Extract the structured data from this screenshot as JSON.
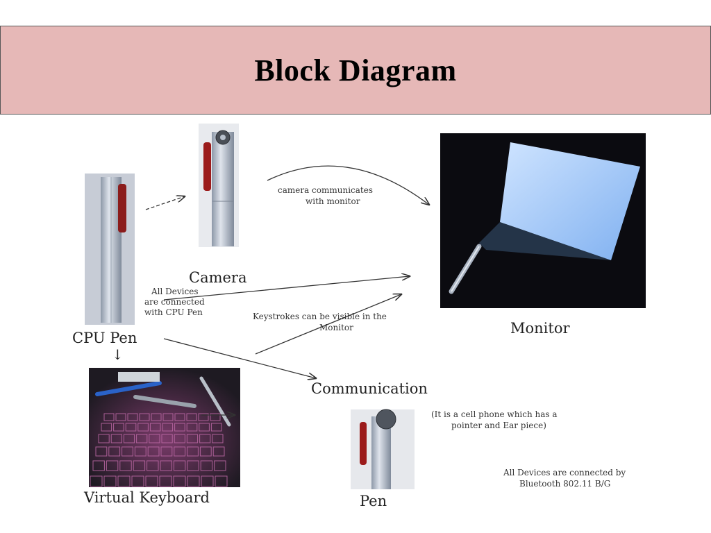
{
  "slide": {
    "title": "Block Diagram"
  },
  "nodes": {
    "cpu_pen": "CPU Pen",
    "camera": "Camera",
    "monitor": "Monitor",
    "communication": "Communication",
    "virtual_keyboard": "Virtual Keyboard",
    "pen": "Pen"
  },
  "annotations": {
    "camera_monitor": [
      "camera communicates",
      "with monitor"
    ],
    "all_devices": [
      "All Devices",
      "are connected",
      "with CPU Pen"
    ],
    "keystrokes": [
      "Keystrokes can be visible in the",
      "Monitor"
    ],
    "cell_phone": [
      "(It is a cell phone which has a",
      "pointer and Ear piece)"
    ],
    "bluetooth": [
      "All Devices are connected by",
      "Bluetooth 802.11 B/G"
    ]
  },
  "down_arrow": "↓"
}
